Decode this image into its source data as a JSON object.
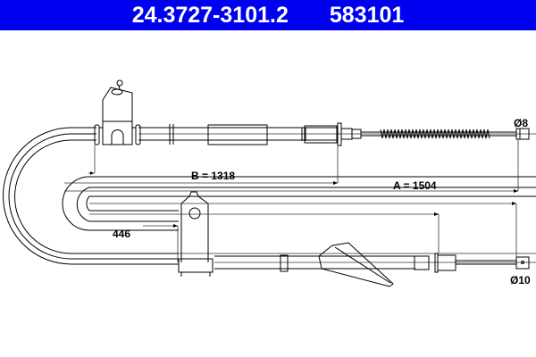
{
  "header": {
    "part_number": "24.3727-3101.2",
    "ref_number": "583101",
    "background_color": "#0000f0",
    "text_color": "#ffffff"
  },
  "dimensions": {
    "b_label": "B = 1318",
    "a_label": "A = 1504",
    "offset_label": "446",
    "upper_end_diameter": "Ø8",
    "lower_end_diameter": "Ø10"
  },
  "drawing": {
    "line_color": "#000000",
    "dim_line_color": "#333333"
  }
}
